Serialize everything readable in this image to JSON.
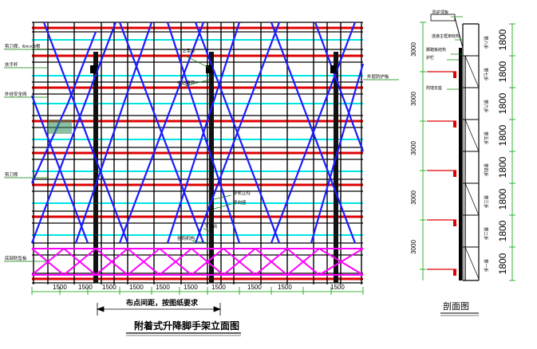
{
  "elevation": {
    "title": "附着式升降脚手架立面图",
    "note": "布点间距，按图纸要求",
    "bay_dims": [
      "1500",
      "1500",
      "1500",
      "1500",
      "1500",
      "1500",
      "1500",
      "1500",
      "1500",
      "1500"
    ],
    "callouts_left": [
      "剪刀撑、6m×3根",
      "扶手杆",
      "外挂安全网",
      "剪刀撑",
      "底部防坠板"
    ],
    "callouts_mid": [
      "上吊点",
      "电动葫芦",
      "导轨立柱",
      "导向座",
      "下吊点",
      "挂钩机构"
    ],
    "callouts_right": [
      "外层防护板"
    ]
  },
  "section": {
    "title": "剖面图",
    "left_dims": [
      "3000",
      "3000",
      "3000",
      "3000",
      "3000"
    ],
    "right_dims": [
      "1800",
      "1800",
      "1800",
      "1800",
      "1800",
      "1800",
      "1800",
      "1800"
    ],
    "floor_labels": [
      "第八步",
      "第七步",
      "第六步",
      "第五步",
      "第四步",
      "第三步",
      "第二步",
      "第一步"
    ],
    "callouts": [
      "防护顶板",
      "连接主框架结构",
      "脚踏板结构",
      "护栏",
      "附墙支座"
    ]
  },
  "colors": {
    "frame_black": "#000000",
    "brace_blue": "#1a1aff",
    "guard_red": "#e00000",
    "rail_cyan": "#00e5e5",
    "bottom_magenta": "#ff00ff",
    "dim_green": "#00a000",
    "callout_green": "#008000"
  }
}
